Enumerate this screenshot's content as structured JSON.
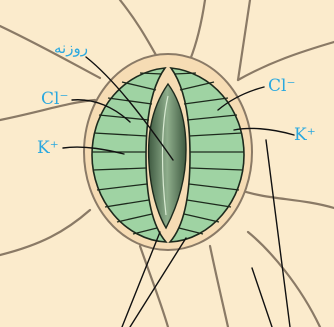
{
  "labels": {
    "pore": "روزنه",
    "cl_left": "Cl⁻",
    "cl_right": "Cl⁻",
    "k_left": "K⁺",
    "k_right": "K⁺"
  },
  "colors": {
    "background": "#fbebcc",
    "cell_wall": "#8a7a66",
    "guard_cell_fill": "#9fd3a3",
    "guard_cell_stroke": "#1d2a1d",
    "pore_fill": "#5f7d60",
    "label_text": "#2aa8df",
    "leader_line": "#111111"
  }
}
